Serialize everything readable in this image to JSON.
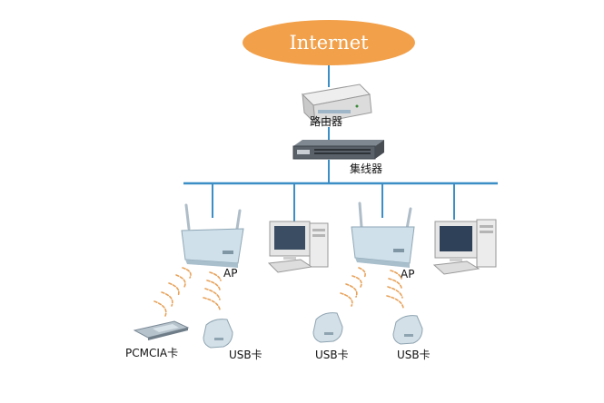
{
  "cloud": {
    "label": "Internet",
    "color": "#f2a04a"
  },
  "router": {
    "label": "路由器"
  },
  "hub": {
    "label": "集线器"
  },
  "bus_color": "#3b8ec6",
  "access_points": [
    {
      "label": "AP"
    },
    {
      "label": "AP"
    }
  ],
  "clients": [
    {
      "label": "PCMCIA卡"
    },
    {
      "label": "USB卡"
    },
    {
      "label": "USB卡"
    },
    {
      "label": "USB卡"
    }
  ],
  "icons": [
    "router-icon",
    "switch-hub-icon",
    "wireless-ap-icon",
    "desktop-pc-icon",
    "pcmcia-card-icon",
    "usb-adapter-icon"
  ]
}
